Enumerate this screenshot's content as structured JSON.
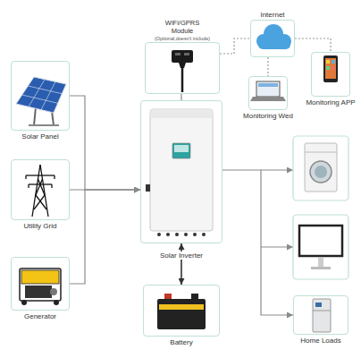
{
  "diagram": {
    "nodes": [
      {
        "text": [
          "WiFi/GPRS Module",
          "(Optional,doesn't include)"
        ]
      },
      {
        "text": [
          "Internet"
        ]
      },
      {
        "text": [
          "Monitoring APP"
        ]
      },
      {
        "text": [
          "Monitoring Wed"
        ]
      },
      {
        "text": [
          "Solar Panel"
        ]
      },
      {
        "text": [
          "Utility Grid"
        ]
      },
      {
        "text": [
          "Solar Inverter"
        ]
      },
      {
        "text": [
          "Generator"
        ]
      },
      {
        "text": [
          "Battery"
        ]
      },
      {
        "text": [
          "Home Loads"
        ]
      }
    ],
    "edges": [
      {
        "from": 4,
        "to": 6,
        "arrow": "to"
      },
      {
        "from": 5,
        "to": 6,
        "arrow": "to"
      },
      {
        "from": 7,
        "to": 6,
        "arrow": "to"
      },
      {
        "from": 0,
        "to": 6,
        "arrow": "none"
      },
      {
        "from": 6,
        "to": 8,
        "arrow": "both"
      },
      {
        "from": 6,
        "to": 9,
        "arrow": "to"
      },
      {
        "from": 0,
        "to": 1,
        "arrow": "none"
      },
      {
        "from": 1,
        "to": 3,
        "arrow": "none"
      },
      {
        "from": 1,
        "to": 2,
        "arrow": "none"
      }
    ]
  }
}
